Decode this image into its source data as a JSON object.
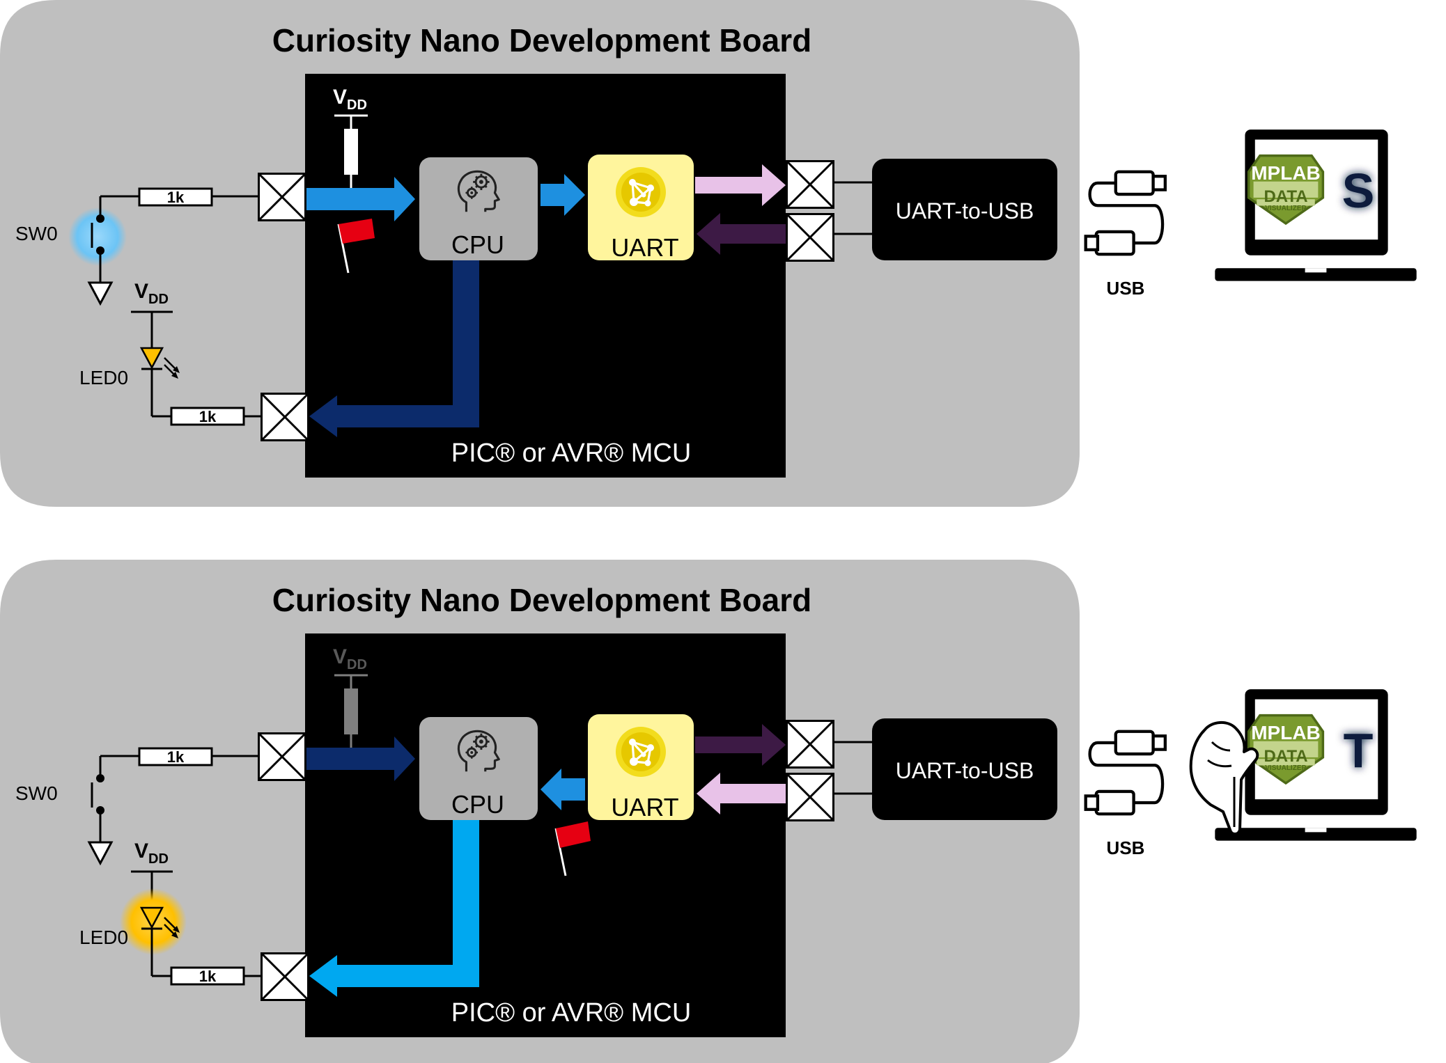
{
  "panels": [
    {
      "title": "Curiosity Nano Development Board",
      "mcu_label": "PIC® or AVR® MCU",
      "cpu_label": "CPU",
      "uart_label": "UART",
      "bridge_label": "UART-to-USB",
      "usb_label": "USB",
      "vdd_main": "V",
      "vdd_sub": "DD",
      "sw_label": "SW0",
      "led_label": "LED0",
      "resistor_sw": "1k",
      "resistor_led": "1k",
      "logo_top": "MPLAB",
      "logo_mid": "DATA",
      "logo_bot": "VISUALIZER",
      "terminal_letter": "S"
    },
    {
      "title": "Curiosity Nano Development Board",
      "mcu_label": "PIC® or AVR® MCU",
      "cpu_label": "CPU",
      "uart_label": "UART",
      "bridge_label": "UART-to-USB",
      "usb_label": "USB",
      "vdd_main": "V",
      "vdd_sub": "DD",
      "sw_label": "SW0",
      "led_label": "LED0",
      "resistor_sw": "1k",
      "resistor_led": "1k",
      "logo_top": "MPLAB",
      "logo_mid": "DATA",
      "logo_bot": "VISUALIZER",
      "terminal_letter": "T"
    }
  ],
  "colors": {
    "panel_bg": "#bfbfbf",
    "mcu_bg": "#000000",
    "cpu_box": "#b0b0b0",
    "uart_box": "#fff59d",
    "arrow_blue": "#1e90e0",
    "arrow_light_blue": "#00a8f0",
    "arrow_navy": "#0c2b6b",
    "arrow_pink": "#e8c2e8",
    "arrow_purple": "#3d1a45",
    "led_yellow": "#ffc000",
    "sw_glow": "#6cc4f5",
    "logo_green": "#6b8e23"
  },
  "icons": [
    "gear-head-icon",
    "network-hub-icon",
    "flag-icon",
    "usb-cable-icon",
    "laptop-icon",
    "pointing-hand-icon"
  ]
}
